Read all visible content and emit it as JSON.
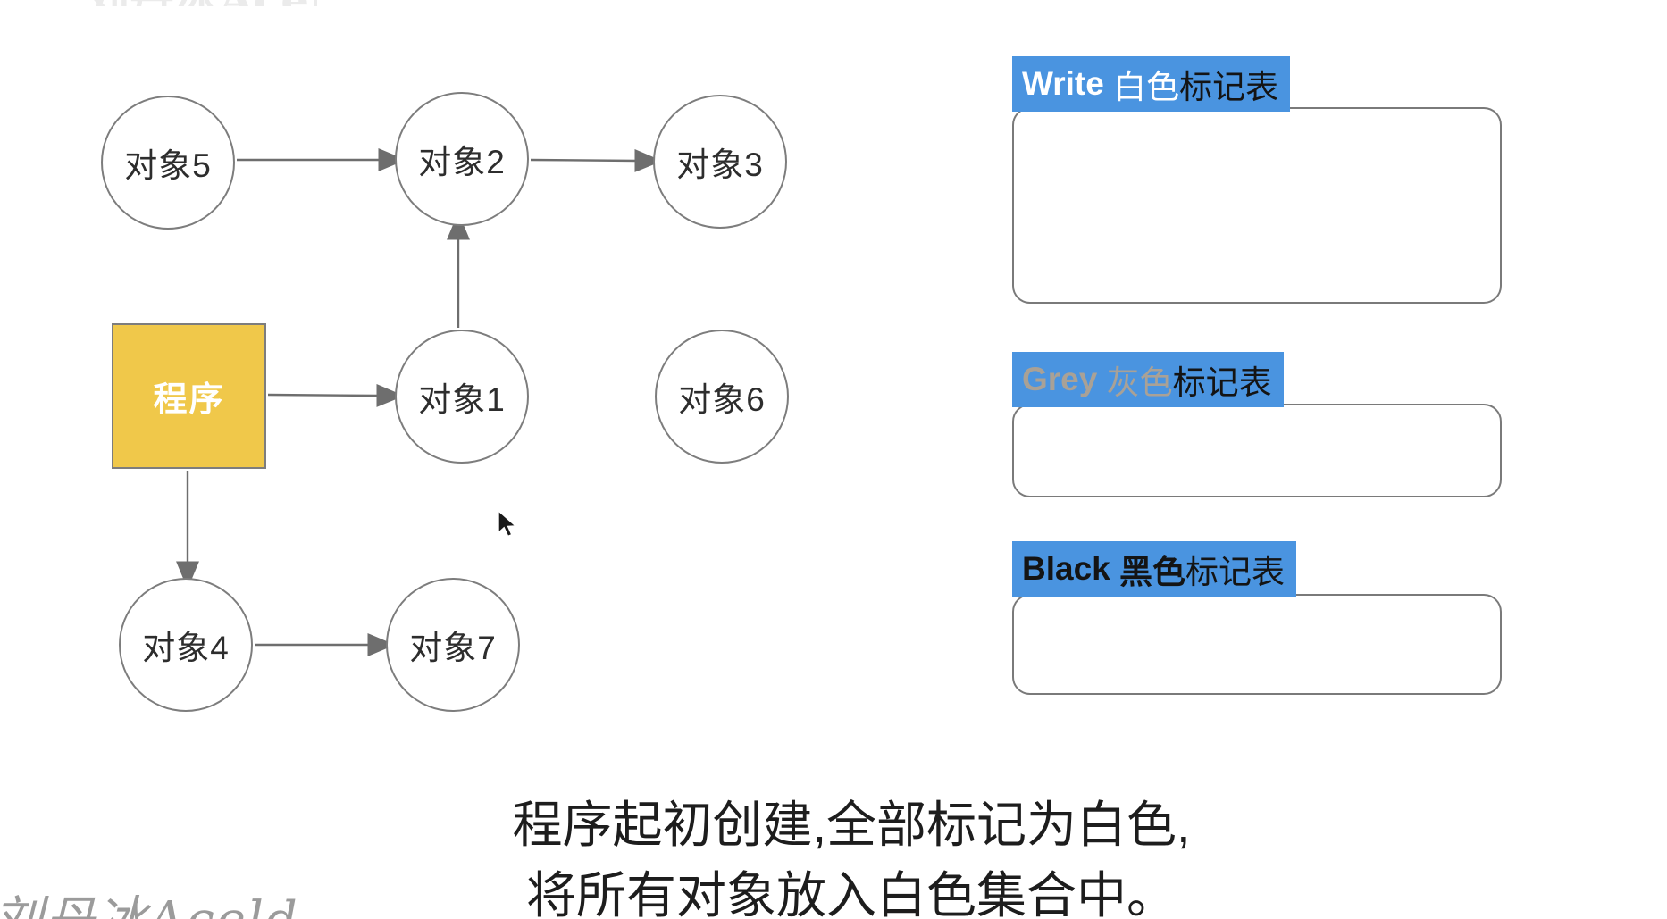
{
  "palette": {
    "label_bg_blue": "#4a94e0",
    "program_yellow": "#f0c84a",
    "shape_border_grey": "#7d7d7d",
    "arrow_grey": "#6e6e6e",
    "grey_label_text": "#a9a196",
    "dark_text": "#222222",
    "watermark_grey": "#9b9b9b"
  },
  "diagram": {
    "program": {
      "label": "程序"
    },
    "nodes": [
      {
        "label": "对象5"
      },
      {
        "label": "对象2"
      },
      {
        "label": "对象3"
      },
      {
        "label": "对象1"
      },
      {
        "label": "对象6"
      },
      {
        "label": "对象4"
      },
      {
        "label": "对象7"
      }
    ]
  },
  "panels": [
    {
      "en": "Write",
      "color_word": "白色",
      "suffix": "标记表"
    },
    {
      "en": "Grey",
      "color_word": "灰色",
      "suffix": "标记表"
    },
    {
      "en": "Black",
      "color_word": "黑色",
      "suffix": "标记表"
    }
  ],
  "caption": {
    "line1": "程序起初创建,全部标记为白色,",
    "line2": "将所有对象放入白色集合中。"
  },
  "watermark": {
    "text": "刘丹冰Aceld"
  }
}
